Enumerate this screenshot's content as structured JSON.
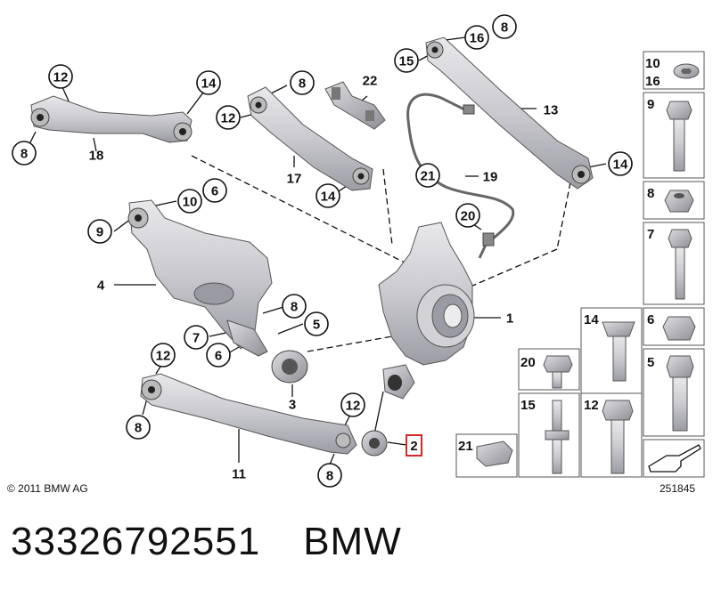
{
  "diagram": {
    "callouts": [
      {
        "id": "c12a",
        "label": "12"
      },
      {
        "id": "c14a",
        "label": "14"
      },
      {
        "id": "c8a",
        "label": "8"
      },
      {
        "id": "c8b",
        "label": "8"
      },
      {
        "id": "c12b",
        "label": "12"
      },
      {
        "id": "c22",
        "label": "22"
      },
      {
        "id": "c16",
        "label": "16"
      },
      {
        "id": "c8c",
        "label": "8"
      },
      {
        "id": "c15",
        "label": "15"
      },
      {
        "id": "c14b",
        "label": "14"
      },
      {
        "id": "c21",
        "label": "21"
      },
      {
        "id": "c20",
        "label": "20"
      },
      {
        "id": "c14c",
        "label": "14"
      },
      {
        "id": "c10",
        "label": "10"
      },
      {
        "id": "c6a",
        "label": "6"
      },
      {
        "id": "c9",
        "label": "9"
      },
      {
        "id": "c8d",
        "label": "8"
      },
      {
        "id": "c5",
        "label": "5"
      },
      {
        "id": "c7",
        "label": "7"
      },
      {
        "id": "c6b",
        "label": "6"
      },
      {
        "id": "c12c",
        "label": "12"
      },
      {
        "id": "c8e",
        "label": "8"
      },
      {
        "id": "c12d",
        "label": "12"
      },
      {
        "id": "c8f",
        "label": "8"
      }
    ],
    "plain_labels": [
      {
        "id": "p18",
        "label": "18"
      },
      {
        "id": "p17",
        "label": "17"
      },
      {
        "id": "p13",
        "label": "13"
      },
      {
        "id": "p19",
        "label": "19"
      },
      {
        "id": "p4",
        "label": "4"
      },
      {
        "id": "p1",
        "label": "1"
      },
      {
        "id": "p3",
        "label": "3"
      },
      {
        "id": "p11",
        "label": "11"
      }
    ],
    "highlighted_label": "2",
    "highlight_color": "#d62828"
  },
  "hardware_panel": [
    {
      "id": "h10",
      "labels": [
        "10",
        "16"
      ]
    },
    {
      "id": "h9",
      "labels": [
        "9"
      ]
    },
    {
      "id": "h8",
      "labels": [
        "8"
      ]
    },
    {
      "id": "h7",
      "labels": [
        "7"
      ]
    },
    {
      "id": "h14",
      "labels": [
        "14"
      ]
    },
    {
      "id": "h6",
      "labels": [
        "6"
      ]
    },
    {
      "id": "h20",
      "labels": [
        "20"
      ]
    },
    {
      "id": "h5",
      "labels": [
        "5"
      ]
    },
    {
      "id": "h15",
      "labels": [
        "15"
      ]
    },
    {
      "id": "h12",
      "labels": [
        "12"
      ]
    },
    {
      "id": "h21",
      "labels": [
        "21"
      ]
    }
  ],
  "footer": {
    "copyright": "© 2011 BMW AG",
    "reference": "251845"
  },
  "caption": {
    "part_number": "33326792551",
    "brand": "BMW"
  }
}
